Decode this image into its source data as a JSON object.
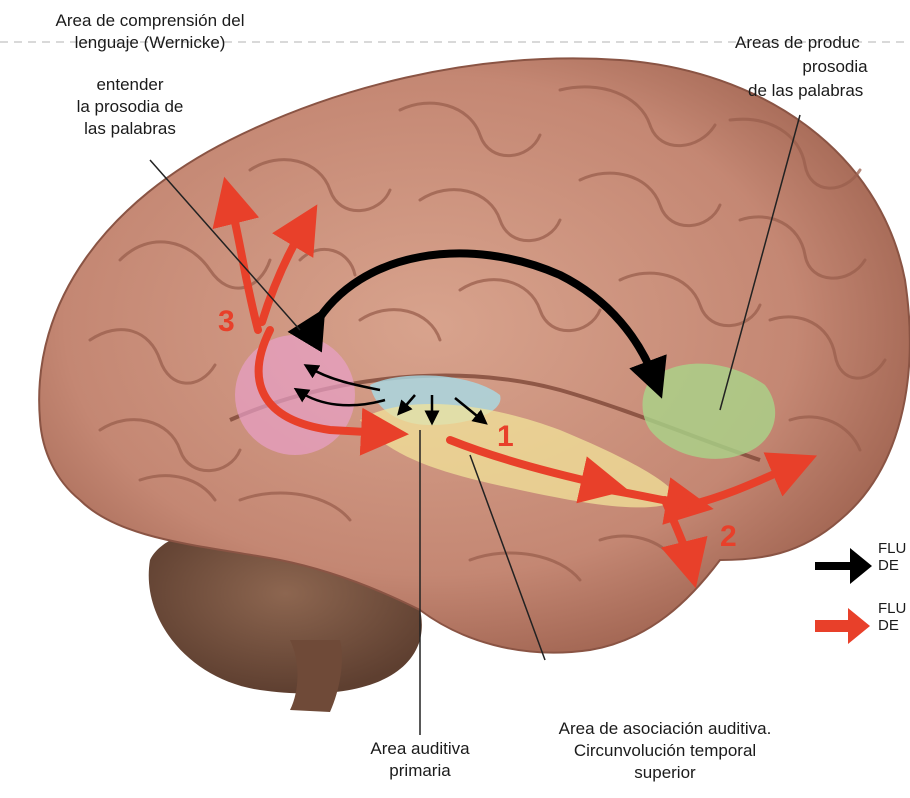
{
  "labels": {
    "wernicke": [
      "Area de comprensión del",
      "lenguaje  (Wernicke)",
      "entender",
      "la prosodia de",
      "las palabras"
    ],
    "production": [
      "Areas de produc",
      "prosodia",
      "de las palabras"
    ],
    "primary": [
      "Area auditiva",
      "primaria"
    ],
    "association": [
      "Area de asociación  auditiva.",
      "Circunvolución temporal",
      "superior"
    ]
  },
  "numbers": {
    "n1": "1",
    "n2": "2",
    "n3": "3"
  },
  "legend": {
    "black": {
      "lines": [
        "FLU",
        "DE"
      ],
      "color": "#000000"
    },
    "red": {
      "lines": [
        "FLU",
        "DE"
      ],
      "color": "#e8402a"
    }
  },
  "colors": {
    "brain": "#c9907a",
    "brain_dark": "#9c5e4c",
    "cerebellum": "#7a5643",
    "wernicke_area": "#e8a0c8",
    "primary_area": "#a8dbe6",
    "association_area": "#f1e39a",
    "production_area": "#a9d58a",
    "flow_red": "#e8402a",
    "flow_black": "#000000"
  }
}
